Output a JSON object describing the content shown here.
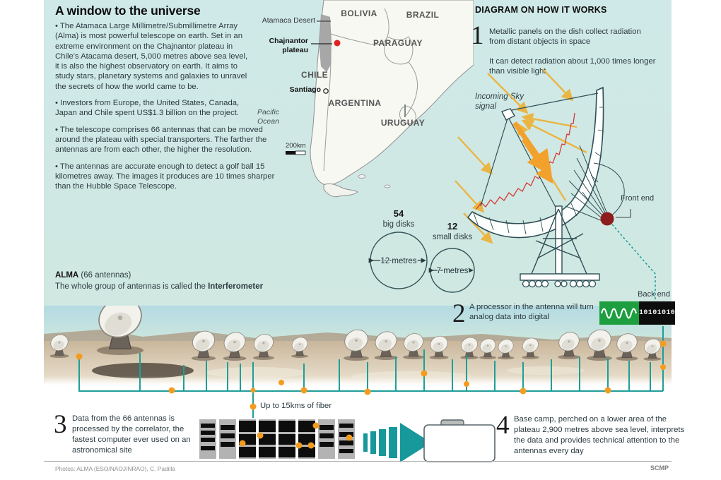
{
  "header": {
    "title": "A window to the universe"
  },
  "intro": {
    "bullets": [
      "The Atamaca Large Millimetre/Submillimetre Array (Alma) is most powerful telescope on earth. Set in an extreme environment on the Chajnantor plateau in Chile's Atacama desert, 5,000 metres above sea level, it is also the highest observatory on earth. It aims to study stars, planetary systems and galaxies to unravel the secrets of how the world came to be.",
      "Investors from Europe, the United States, Canada, Japan and Chile spent US$1.3 billion on the project.",
      "The telescope comprises 66 antennas that can be moved around the plateau with special transporters. The farther the antennas are from each other, the higher the resolution.",
      "The antennas are accurate enough to detect a golf ball 15 kilometres away. The images it produces are 10 times sharper than the Hubble Space Telescope."
    ],
    "alma_bold": "ALMA",
    "alma_rest": " (66 antennas)",
    "inter_prefix": "The whole group of antennas is called the ",
    "inter_bold": "Interferometer"
  },
  "map": {
    "bolivia": "BOLIVIA",
    "brazil": "BRAZIL",
    "paraguay": "PARAGUAY",
    "chile": "CHILE",
    "argentina": "ARGENTINA",
    "uruguay": "URUGUAY",
    "atacama": "Atamaca Desert",
    "chajnantor": "Chajnantor plateau",
    "santiago": "Santiago",
    "ocean": "Pacific Ocean",
    "scale": "200km"
  },
  "diagram": {
    "header": "DIAGRAM ON HOW IT WORKS",
    "step1_num": "1",
    "step1_text": "Metallic panels on the dish collect radiation from distant objects in space",
    "step1_sub": "It can detect radiation about 1,000 times longer than visible light",
    "incoming": "Incoming Sky signal",
    "front_end": "Front end",
    "back_end": "Back end",
    "bits": "10101010",
    "step2_num": "2",
    "step2_text": "A processor in the antenna will turn analog data into digital",
    "disks": {
      "big_count": "54",
      "big_label": "big disks",
      "big_diameter": "12 metres",
      "small_count": "12",
      "small_label": "small disks",
      "small_diameter": "7 metres"
    },
    "fiber": "Up to 15kms of fiber",
    "step3_num": "3",
    "step3_text": "Data from the 66 antennas is processed by the correlator, the fastest computer ever used on an astronomical site",
    "step4_num": "4",
    "step4_text": "Base camp, perched on a lower area of the plateau 2,900 metres above sea level, interprets the data and provides technical attention to the antennas every day"
  },
  "footer": {
    "credit": "Photos: ALMA (ESO/NAOJ/NRAO), C. Padilla",
    "brand": "SCMP"
  },
  "colors": {
    "background": "#d0e8e4",
    "teal": "#1f9e98",
    "orange": "#f39c1f",
    "yellow": "#eab543",
    "red_zigzag": "#d23b3b",
    "front_end_red": "#8e1c1c",
    "map_dot_red": "#e02222",
    "green_analog": "#1d9e3f"
  }
}
